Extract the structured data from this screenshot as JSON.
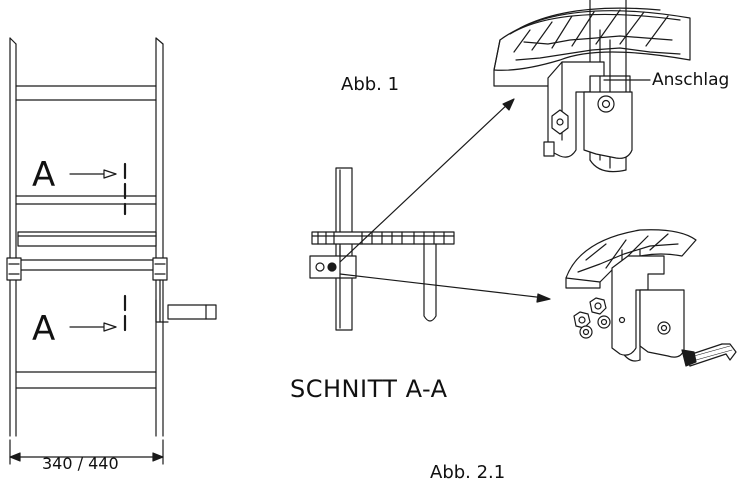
{
  "labels": {
    "section_mark_top": "A",
    "section_mark_bottom": "A",
    "figure_1": "Abb. 1",
    "stop_label": "Anschlag",
    "section_title": "SCHNITT A-A",
    "dimension": "340 / 440",
    "figure_2": "Abb. 2.1"
  }
}
